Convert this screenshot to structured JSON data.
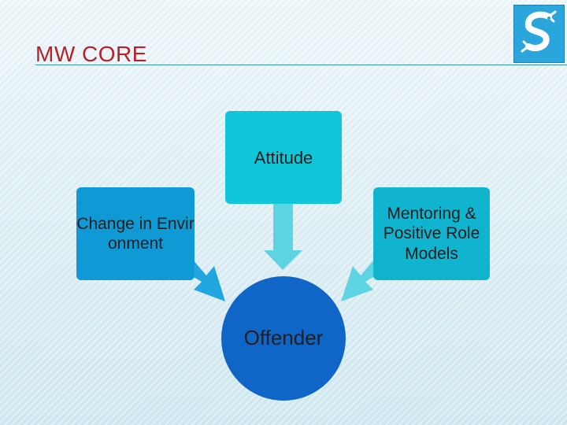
{
  "slide": {
    "title": "MW CORE"
  },
  "diagram": {
    "nodes": {
      "top": {
        "label": "Attitude",
        "color": "#12c6d9"
      },
      "left": {
        "label": "Change in Environment",
        "color": "#0f9ad6"
      },
      "right": {
        "label": "Mentoring & Positive Role Models",
        "color": "#10b4cf"
      },
      "center": {
        "label": "Offender",
        "color": "#1066c6"
      }
    },
    "edges": [
      {
        "from": "top",
        "to": "center"
      },
      {
        "from": "left",
        "to": "center"
      },
      {
        "from": "right",
        "to": "center"
      }
    ]
  },
  "logo": {
    "icon": "dragon-s-logo-icon",
    "color": "#2aa6dd"
  }
}
